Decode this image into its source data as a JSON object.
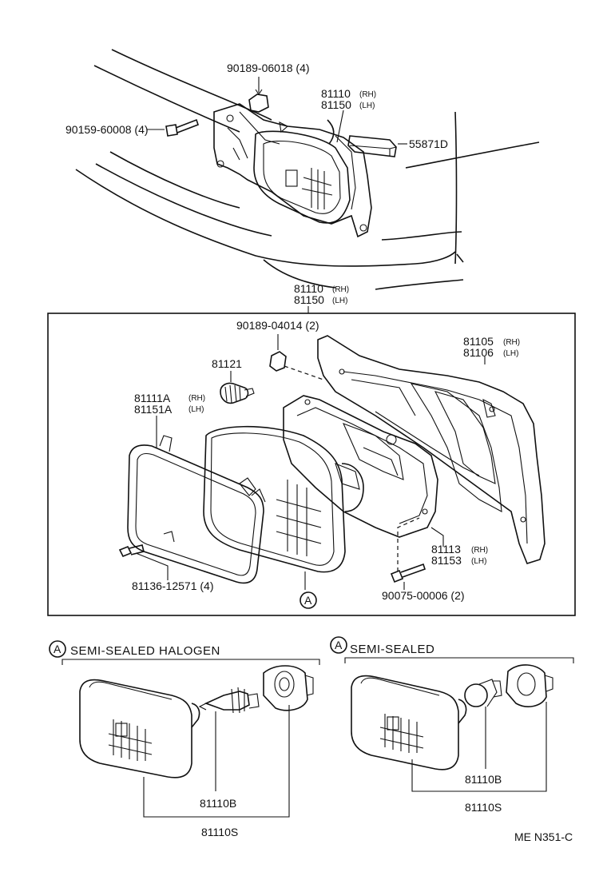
{
  "top": {
    "p_90189_06018": "90189-06018 (4)",
    "p_90159_60008": "90159-60008 (4)",
    "p_81110": "81110",
    "p_81150": "81150",
    "p_55871D": "55871D",
    "rh": "(RH)",
    "lh": "(LH)"
  },
  "exploded": {
    "p_81110": "81110",
    "p_81150": "81150",
    "p_90189_04014": "90189-04014 (2)",
    "p_81121": "81121",
    "p_81111A": "81111A",
    "p_81151A": "81151A",
    "p_81105": "81105",
    "p_81106": "81106",
    "p_81113": "81113",
    "p_81153": "81153",
    "p_81136": "81136-12571 (4)",
    "p_90075": "90075-00006 (2)",
    "rh": "(RH)",
    "lh": "(LH)",
    "callout": "A"
  },
  "halogen": {
    "callout": "A",
    "title": "SEMI-SEALED  HALOGEN",
    "p_81110B": "81110B",
    "p_81110S": "81110S"
  },
  "semisealed": {
    "callout": "A",
    "title": "SEMI-SEALED",
    "p_81110B": "81110B",
    "p_81110S": "81110S"
  },
  "footer": {
    "code": "ME  N351-C"
  }
}
